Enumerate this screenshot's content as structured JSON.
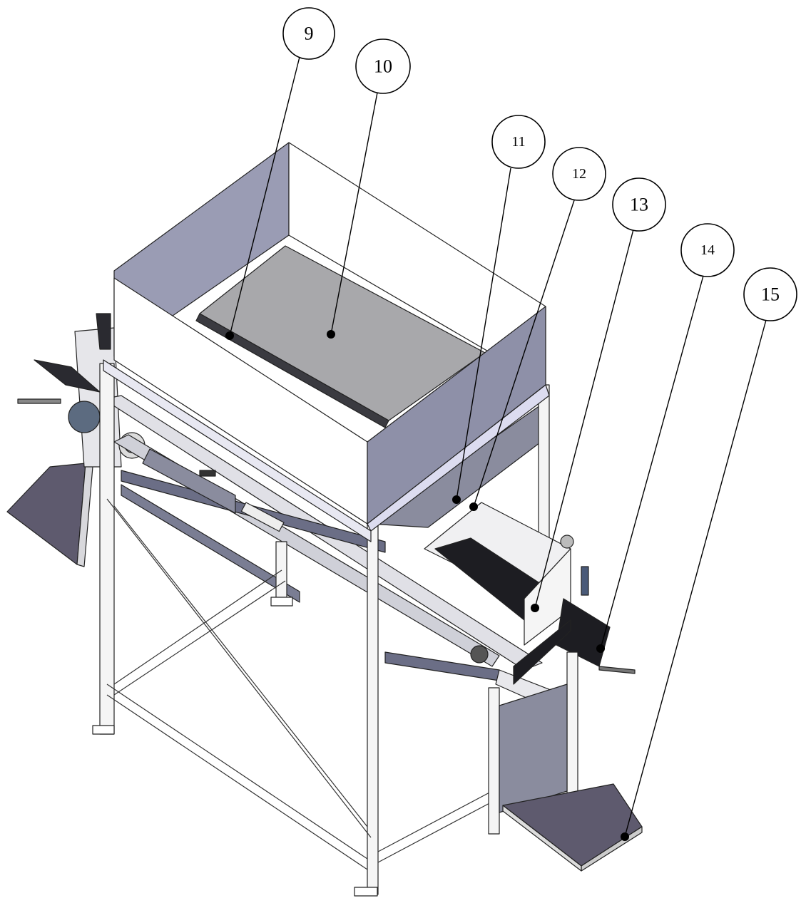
{
  "diagram": {
    "callouts": [
      {
        "id": "9",
        "label": "9"
      },
      {
        "id": "10",
        "label": "10"
      },
      {
        "id": "11",
        "label": "11"
      },
      {
        "id": "12",
        "label": "12"
      },
      {
        "id": "13",
        "label": "13"
      },
      {
        "id": "14",
        "label": "14"
      },
      {
        "id": "15",
        "label": "15"
      }
    ]
  }
}
